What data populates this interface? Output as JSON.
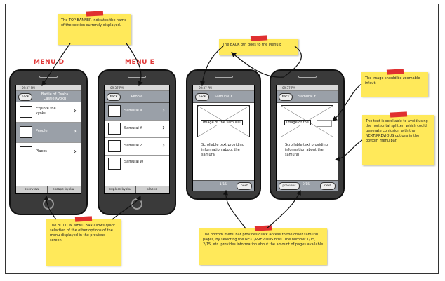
{
  "menus": {
    "d_label": "MENU D",
    "e_label": "MENU E"
  },
  "status_text": "··· 09:37 PM",
  "back_label": "back",
  "phone_d": {
    "title_line1": "Battle of Osaka",
    "title_line2": "Castle Kyoku",
    "items": [
      {
        "label": "Explore the kyoku"
      },
      {
        "label": "People"
      },
      {
        "label": "Places"
      }
    ],
    "bottom": [
      "overview",
      "escape kyoku"
    ]
  },
  "phone_e": {
    "title": "People",
    "items": [
      {
        "label": "Samurai X"
      },
      {
        "label": "Samurai Y"
      },
      {
        "label": "Samurai Z"
      },
      {
        "label": "Samurai W"
      }
    ],
    "bottom": [
      "explore kyoku",
      "places"
    ]
  },
  "phone_x": {
    "title": "Samurai X",
    "image_label": "Image of the samurai",
    "text": "Scrollable text providing information about the samurai",
    "page": "1/15",
    "next": "next"
  },
  "phone_y": {
    "title": "Samurai Y",
    "image_label": "Image of the",
    "text": "Scrollable text providing information about the samurai",
    "previous": "previous",
    "page": "2/15",
    "next": "next"
  },
  "notes": {
    "top_banner": "The TOP BANNER indicates the name of the section currently displayed.",
    "back": "The BACK btn goes to the Menu E",
    "image": "The image should be zoomable in/out.",
    "splitter": "The text is scrollable to avoid using the horizontal splitter, which could generate confusion with the NEXT/PREVIOUS options in the bottom menu bar.",
    "bottom_menu": "The BOTTOM MENU BAR allows quick selection of the other options of the menu displayed in the previous screen.",
    "bottom_bar": "The bottom menu bar provides quick access to the other samurai pages, by selecting the NEXT/PREVIOUS btns. The number 1/15, 2/15, etc. provides information about the amount of pages available"
  }
}
